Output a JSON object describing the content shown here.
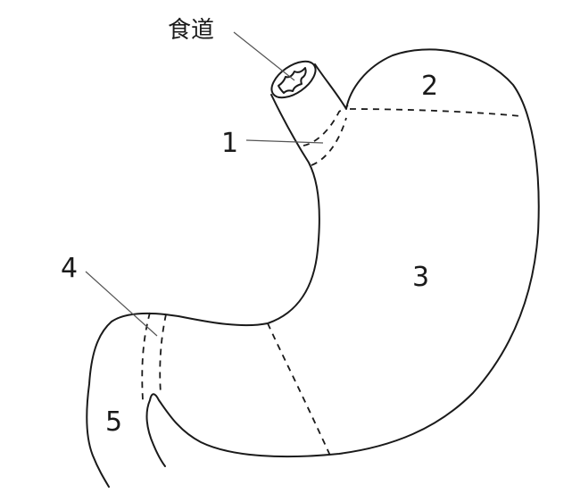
{
  "diagram": {
    "labels": {
      "esophagus": "食道",
      "region_1": "1",
      "region_2": "2",
      "region_3": "3",
      "region_4": "4",
      "region_5": "5"
    },
    "colors": {
      "stroke": "#1a1a1a",
      "background": "#ffffff"
    }
  }
}
